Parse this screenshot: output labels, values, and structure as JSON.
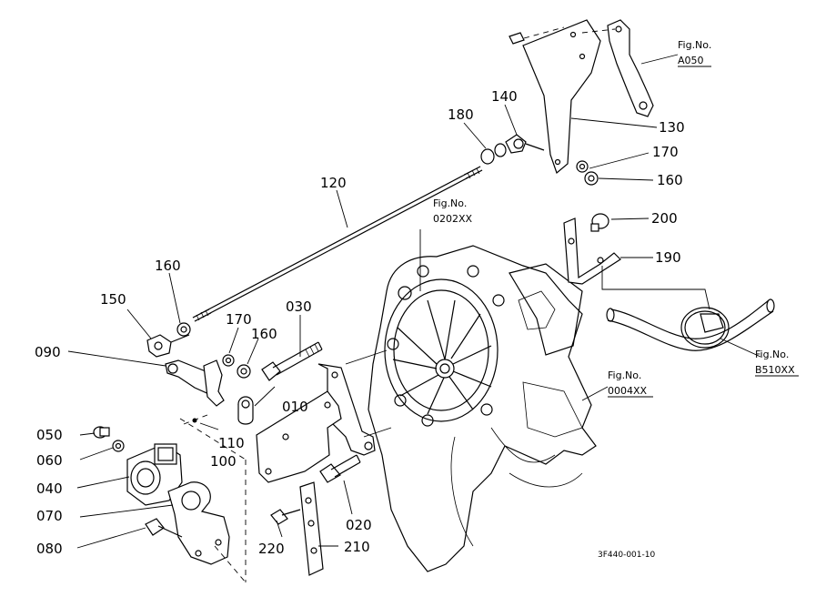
{
  "figure_refs": [
    {
      "label": "Fig.No.",
      "code": "A050"
    },
    {
      "label": "Fig.No.",
      "code": "0202XX"
    },
    {
      "label": "Fig.No.",
      "code": "B510XX"
    },
    {
      "label": "Fig.No.",
      "code": "0004XX"
    }
  ],
  "part_labels": [
    "010",
    "020",
    "030",
    "040",
    "050",
    "060",
    "070",
    "080",
    "090",
    "100",
    "110",
    "120",
    "130",
    "140",
    "150",
    "160",
    "160",
    "160",
    "170",
    "170",
    "180",
    "190",
    "200",
    "210",
    "220"
  ],
  "drawing_code": "3F440-001-10"
}
